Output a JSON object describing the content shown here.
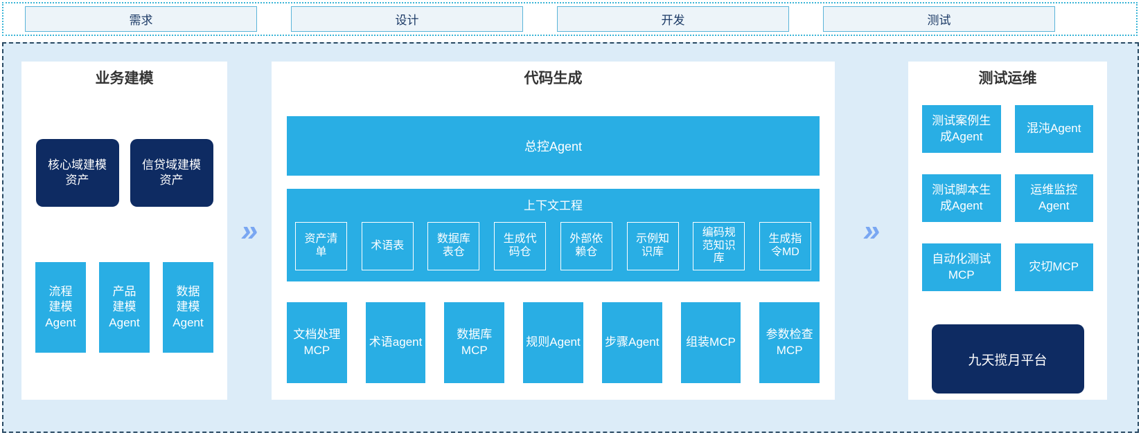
{
  "colors": {
    "cyan_box": "#29aee4",
    "navy_box": "#0e2b62",
    "arrow_blue": "#7aa7f2",
    "container_bg": "#dcecf8",
    "phase_box_bg": "#edf4f9",
    "phase_box_border": "#5ab4d9",
    "strip_border_dotted": "#38b4d6",
    "main_border_dashed": "#274862"
  },
  "arrow_icon": "»",
  "phases": [
    {
      "label": "需求"
    },
    {
      "label": "设计"
    },
    {
      "label": "开发"
    },
    {
      "label": "测试"
    }
  ],
  "panels": {
    "business_modeling": {
      "title": "业务建模",
      "asset_boxes": [
        {
          "label": "核心域建模\n资产"
        },
        {
          "label": "信贷域建模\n资产"
        }
      ],
      "agent_boxes": [
        {
          "label": "流程\n建模\nAgent"
        },
        {
          "label": "产品\n建模\nAgent"
        },
        {
          "label": "数据\n建模\nAgent"
        }
      ]
    },
    "code_generation": {
      "title": "代码生成",
      "master_agent_label": "总控Agent",
      "context_engineering": {
        "title": "上下文工程",
        "items": [
          {
            "label": "资产清\n单"
          },
          {
            "label": "术语表"
          },
          {
            "label": "数据库\n表仓"
          },
          {
            "label": "生成代\n码仓"
          },
          {
            "label": "外部依\n赖仓"
          },
          {
            "label": "示例知\n识库"
          },
          {
            "label": "编码规\n范知识\n库"
          },
          {
            "label": "生成指\n令MD"
          }
        ]
      },
      "tools": [
        {
          "label": "文档处理\nMCP"
        },
        {
          "label": "术语agent"
        },
        {
          "label": "数据库\nMCP"
        },
        {
          "label": "规则Agent"
        },
        {
          "label": "步骤Agent"
        },
        {
          "label": "组装MCP"
        },
        {
          "label": "参数检查\nMCP"
        }
      ]
    },
    "test_ops": {
      "title": "测试运维",
      "agent_boxes": [
        {
          "label": "测试案例生\n成Agent"
        },
        {
          "label": "混沌Agent"
        },
        {
          "label": "测试脚本生\n成Agent"
        },
        {
          "label": "运维监控\nAgent"
        },
        {
          "label": "自动化测试\nMCP"
        },
        {
          "label": "灾切MCP"
        }
      ],
      "platform_label": "九天揽月平台"
    }
  }
}
